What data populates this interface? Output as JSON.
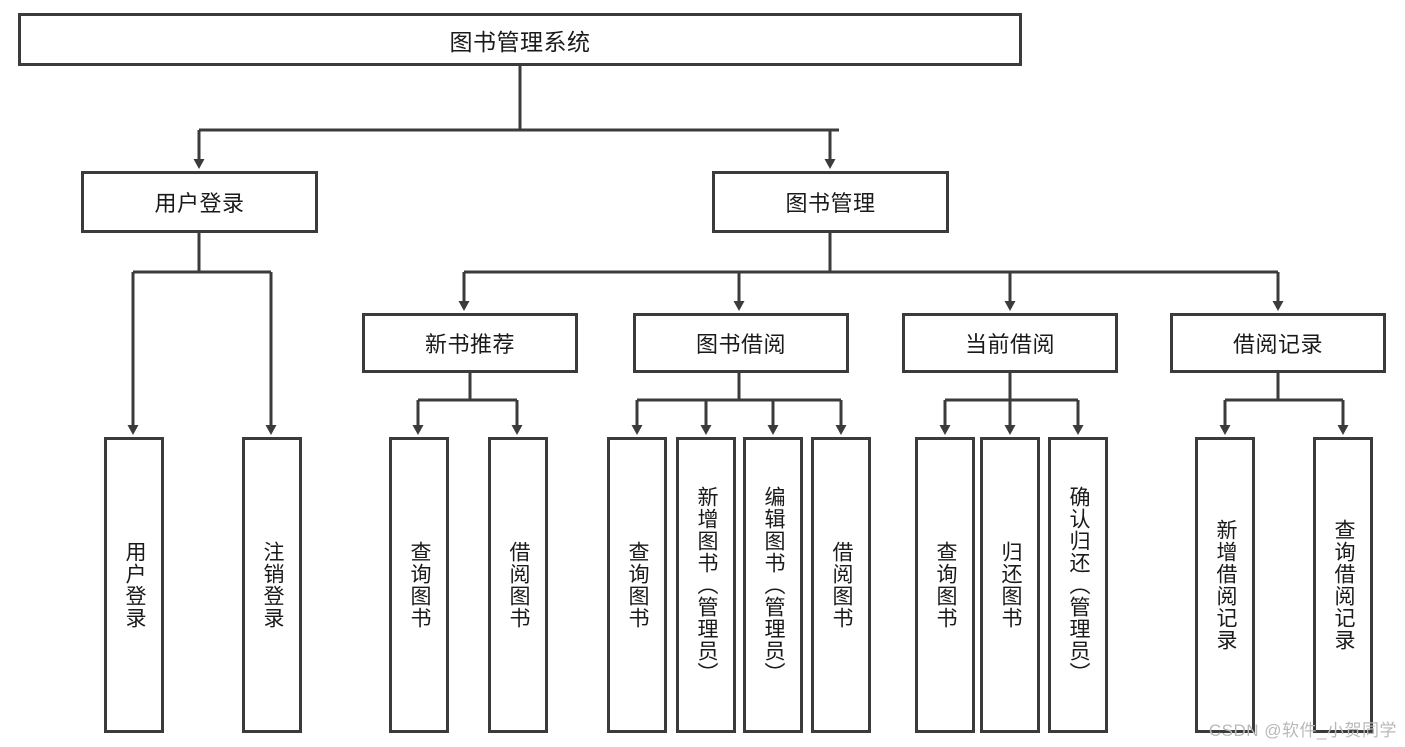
{
  "diagram": {
    "type": "hierarchy-tree",
    "title": "图书管理系统",
    "colors": {
      "background": "#ffffff",
      "box_border": "#3b3b3b",
      "connector": "#3b3b3b",
      "text": "#1a1a1a",
      "watermark": "#b9b9b9"
    },
    "root": {
      "label": "图书管理系统"
    },
    "level2": [
      {
        "label": "用户登录"
      },
      {
        "label": "图书管理"
      }
    ],
    "level3": [
      {
        "label": "新书推荐"
      },
      {
        "label": "图书借阅"
      },
      {
        "label": "当前借阅"
      },
      {
        "label": "借阅记录"
      }
    ],
    "leaves": {
      "user_login": [
        {
          "label": "用户登录"
        },
        {
          "label": "注销登录"
        }
      ],
      "new_book_recommend": [
        {
          "label": "查询图书"
        },
        {
          "label": "借阅图书"
        }
      ],
      "book_borrow": [
        {
          "label": "查询图书"
        },
        {
          "label": "新增图书（管理员）"
        },
        {
          "label": "编辑图书（管理员）"
        },
        {
          "label": "借阅图书"
        }
      ],
      "current_borrow": [
        {
          "label": "查询图书"
        },
        {
          "label": "归还图书"
        },
        {
          "label": "确认归还（管理员）"
        }
      ],
      "borrow_records": [
        {
          "label": "新增借阅记录"
        },
        {
          "label": "查询借阅记录"
        }
      ]
    }
  },
  "watermark": {
    "text": "CSDN @软件_小贺同学"
  }
}
